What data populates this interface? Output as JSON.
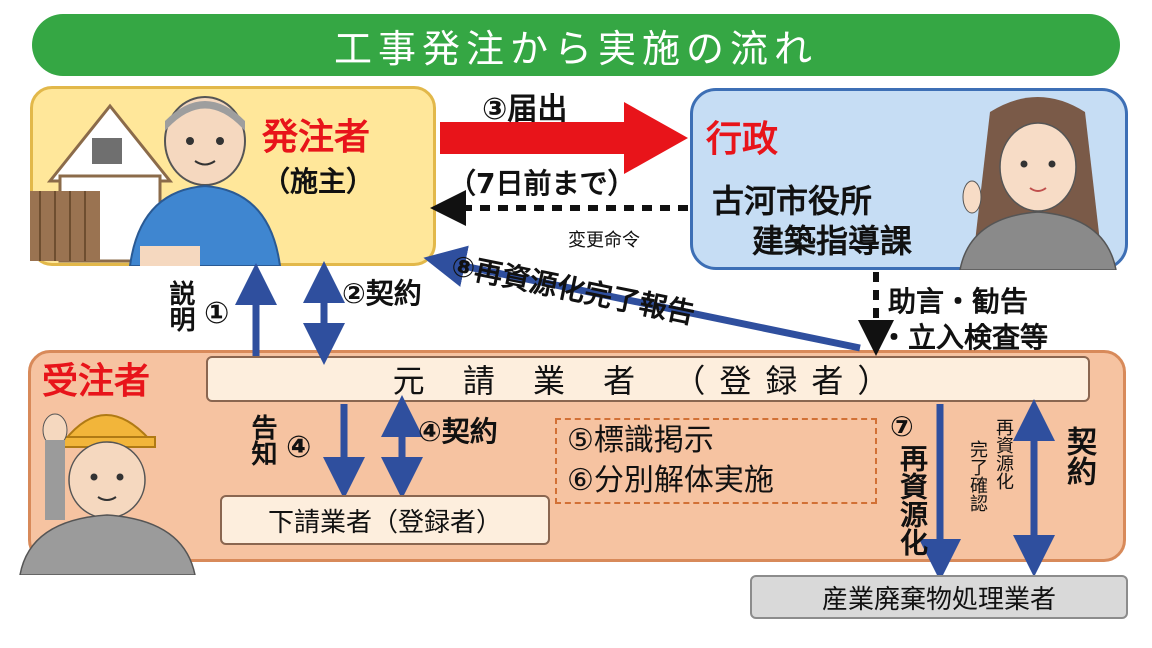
{
  "title": "工事発注から実施の流れ",
  "client": {
    "name": "発注者",
    "sub": "（施主）"
  },
  "government": {
    "name": "行政",
    "office": [
      "古河市役所",
      "建築指導課"
    ]
  },
  "contractor": {
    "name": "受注者",
    "main_contractor": "元 請 業 者 （登録者）",
    "subcontractor": "下請業者（登録者）"
  },
  "waste_processor": "産業廃棄物処理業者",
  "steps": {
    "s1_label": "説明",
    "s1_num": "①",
    "s2": "②契約",
    "s3": "③届出",
    "s3_note": "（7日前まで）",
    "change_order": "変更命令",
    "s8": "⑧再資源化完了報告",
    "advice": [
      "助言・勧告",
      "・立入検査等"
    ],
    "s4_notice_label": "告知",
    "s4_notice_num": "④",
    "s4_contract": "④契約",
    "s5": "⑤標識掲示",
    "s6": "⑥分別解体実施",
    "s7_num": "⑦",
    "s7_label": "再資源化",
    "completion_check": [
      "再資源化",
      "完了確認"
    ],
    "waste_contract": "契約"
  },
  "colors": {
    "title_bg": "#35a744",
    "client_bg": "#ffe79a",
    "gov_bg": "#c6ddf4",
    "contractor_bg": "#f6c3a1",
    "arrow_blue": "#2f4f9e",
    "arrow_red": "#e8141a"
  }
}
